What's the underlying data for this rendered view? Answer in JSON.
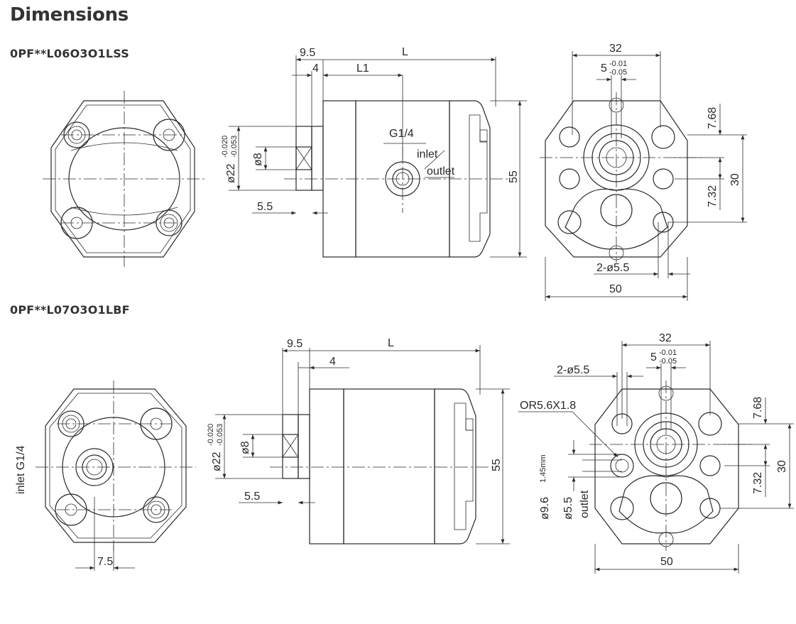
{
  "title": "Dimensions",
  "models": [
    {
      "name": "0PF**L06O3O1LSS",
      "side_view": {
        "d_9_5": "9.5",
        "d_4": "4",
        "d_L": "L",
        "d_L1": "L1",
        "d_55": "55",
        "d_5_5": "5.5",
        "d_22": "ø22",
        "d_22_tol_top": "-0.020",
        "d_22_tol_bot": "-0.053",
        "d_8": "ø8",
        "port": "G1/4",
        "inlet": "inlet",
        "outlet": "outlet"
      },
      "front_view": {
        "d_32": "32",
        "d_5": "5",
        "d_5_tol_top": "-0.01",
        "d_5_tol_bot": "-0.05",
        "d_7_68": "7.68",
        "d_7_32": "7.32",
        "d_30": "30",
        "d_holes": "2-ø5.5",
        "d_50": "50"
      }
    },
    {
      "name": "0PF**L07O3O1LBF",
      "rear_view": {
        "inlet_label": "inlet G1/4",
        "d_7_5": "7.5"
      },
      "side_view": {
        "d_9_5": "9.5",
        "d_4": "4",
        "d_L": "L",
        "d_55": "55",
        "d_5_5": "5.5",
        "d_22": "ø22",
        "d_22_tol_top": "-0.020",
        "d_22_tol_bot": "-0.053",
        "d_8": "ø8"
      },
      "front_view": {
        "d_32": "32",
        "d_5": "5",
        "d_5_tol_top": "-0.01",
        "d_5_tol_bot": "-0.05",
        "d_holes": "2-ø5.5",
        "oring": "OR5.6X1.8",
        "d_1_45": "1.45mm",
        "d_9_6": "ø9.6",
        "d_5_5": "ø5.5",
        "outlet": "outlet",
        "d_7_68": "7.68",
        "d_7_32": "7.32",
        "d_30": "30",
        "d_50": "50"
      }
    }
  ]
}
